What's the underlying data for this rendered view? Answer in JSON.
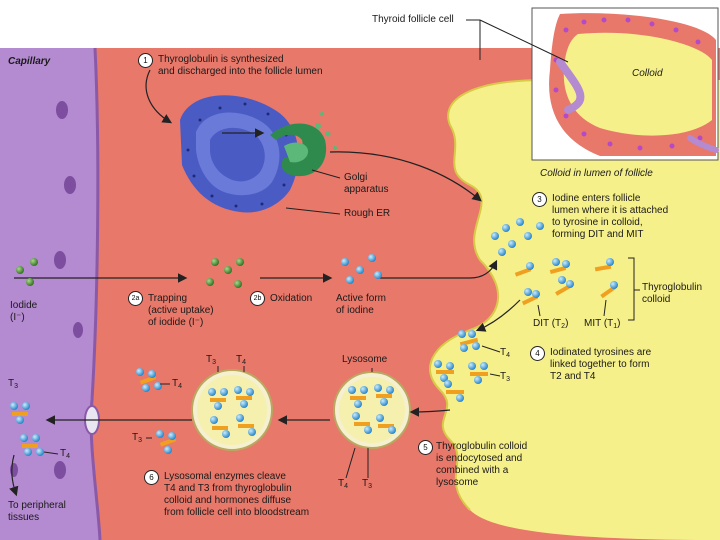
{
  "labels": {
    "thyroid_follicle_cell": "Thyroid follicle cell",
    "colloid_inset": "Colloid",
    "capillary": "Capillary",
    "colloid_in_lumen": "Colloid in lumen of follicle",
    "golgi_1": "Golgi",
    "golgi_2": "apparatus",
    "rough_er": "Rough ER",
    "iodide": "Iodide",
    "iodide_ion": "(I⁻)",
    "to_peripheral_1": "To peripheral",
    "to_peripheral_2": "tissues",
    "lysosome": "Lysosome",
    "thyroglobulin_colloid_1": "Thyroglobulin",
    "thyroglobulin_colloid_2": "colloid",
    "dit": "DIT (T",
    "dit_sub": "2",
    "mit": "MIT (T",
    "mit_sub": "1",
    "close_paren": ")",
    "t3": "T",
    "t3_sub": "3",
    "t4": "T",
    "t4_sub": "4"
  },
  "steps": [
    {
      "num": "1",
      "lines": [
        "Thyroglobulin is synthesized",
        "and discharged into the follicle lumen"
      ]
    },
    {
      "num": "2a",
      "lines": [
        "Trapping",
        "(active uptake)",
        "of iodide (I⁻)"
      ]
    },
    {
      "num": "2b",
      "lines": [
        "Oxidation"
      ]
    },
    {
      "num": "",
      "lines": [
        "Active form",
        "of iodine"
      ]
    },
    {
      "num": "3",
      "lines": [
        "Iodine enters follicle",
        "lumen where it is attached",
        "to tyrosine in colloid,",
        "forming DIT and MIT"
      ]
    },
    {
      "num": "4",
      "lines": [
        "Iodinated tyrosines are",
        "linked together to form",
        "T2 and T4"
      ]
    },
    {
      "num": "5",
      "lines": [
        "Thyroglobulin colloid",
        "is endocytosed and",
        "combined with a",
        "lysosome"
      ]
    },
    {
      "num": "6",
      "lines": [
        "Lysosomal enzymes cleave",
        "T4 and T3 from thyroglobulin",
        "colloid and hormones diffuse",
        "from follicle cell into bloodstream"
      ]
    }
  ],
  "colors": {
    "cell": "#e8786a",
    "capillary": "#b48ad0",
    "colloid": "#f6f08a",
    "er": "#4b5bc4",
    "golgi": "#2f8a4e",
    "iodide_dot": "#4e8a32",
    "iodine_dot": "#3d9ed8",
    "bond": "#f0a020"
  }
}
